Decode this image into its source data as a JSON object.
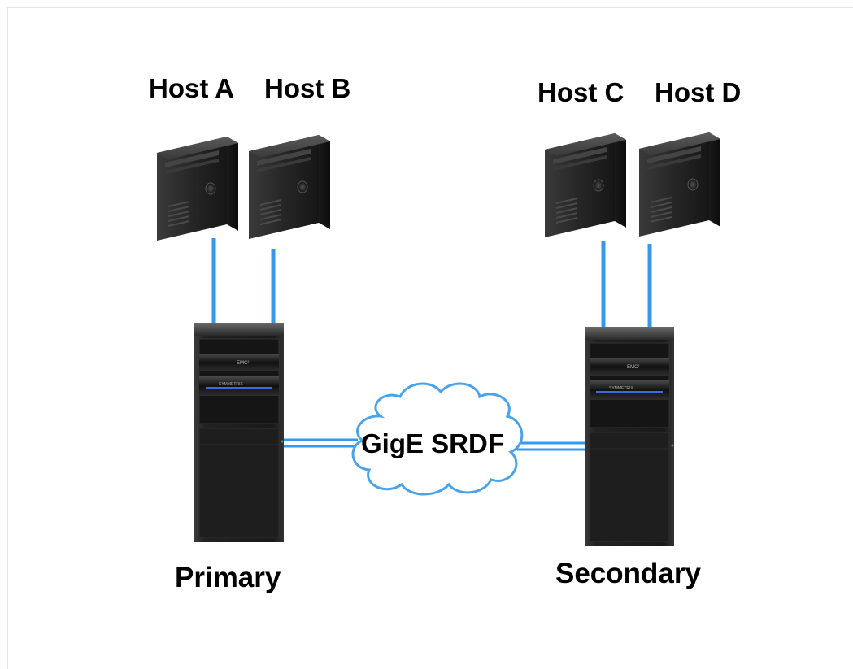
{
  "hosts": {
    "a": "Host A",
    "b": "Host B",
    "c": "Host C",
    "d": "Host D"
  },
  "sites": {
    "primary": "Primary",
    "secondary": "Secondary"
  },
  "link": {
    "label": "GigE SRDF"
  },
  "colors": {
    "connector": "#3399ee",
    "cloud_stroke": "#4aa3e8",
    "server_body": "#2a2a2a",
    "array_body": "#1c1c1c"
  }
}
